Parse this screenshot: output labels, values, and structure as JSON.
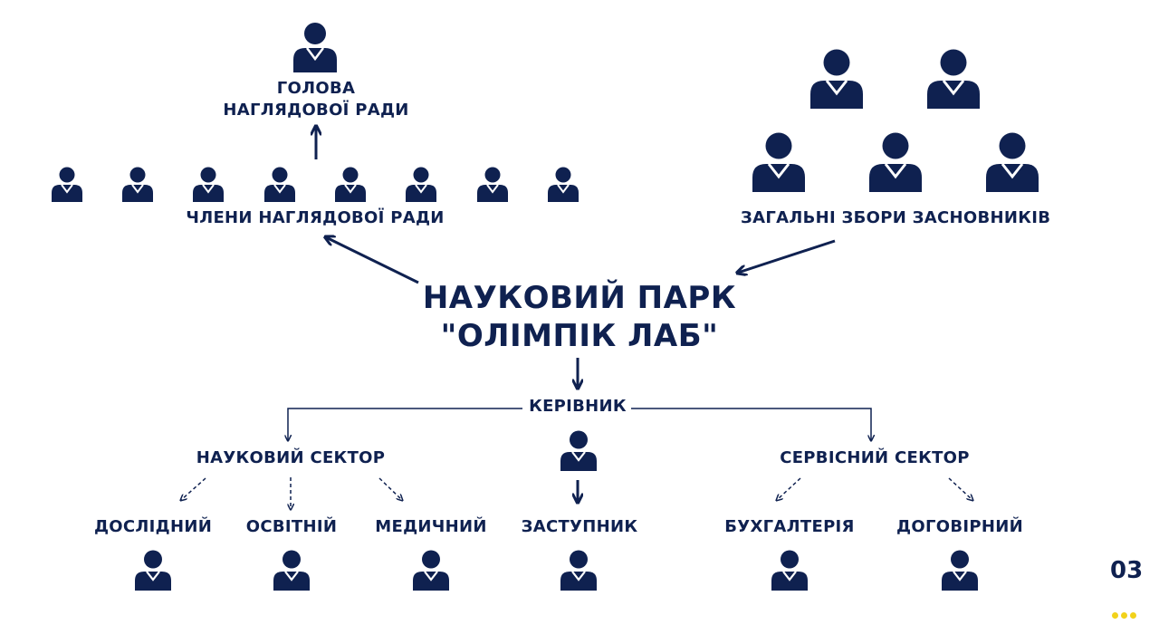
{
  "colors": {
    "primary": "#0f2150",
    "accent": "#f2d21b",
    "background": "#ffffff"
  },
  "icon": "person-icon",
  "head": {
    "title": "ГОЛОВА\nНАГЛЯДОВОЇ РАДИ"
  },
  "board_members": {
    "label": "ЧЛЕНИ НАГЛЯДОВОЇ РАДИ"
  },
  "founders": {
    "label": "ЗАГАЛЬНІ ЗБОРИ ЗАСНОВНИКІВ"
  },
  "park": {
    "line1": "НАУКОВИЙ ПАРК",
    "line2": "\"ОЛІМПІК ЛАБ\""
  },
  "director": {
    "label": "КЕРІВНИК"
  },
  "deputy": {
    "label": "ЗАСТУПНИК"
  },
  "science_sector": {
    "label": "НАУКОВИЙ СЕКТОР",
    "units": [
      "ДОСЛІДНИЙ",
      "ОСВІТНІЙ",
      "МЕДИЧНИЙ"
    ]
  },
  "service_sector": {
    "label": "СЕРВІСНИЙ СЕКТОР",
    "units": [
      "БУХГАЛТЕРІЯ",
      "ДОГОВІРНИЙ"
    ]
  },
  "page": {
    "number": "03"
  }
}
